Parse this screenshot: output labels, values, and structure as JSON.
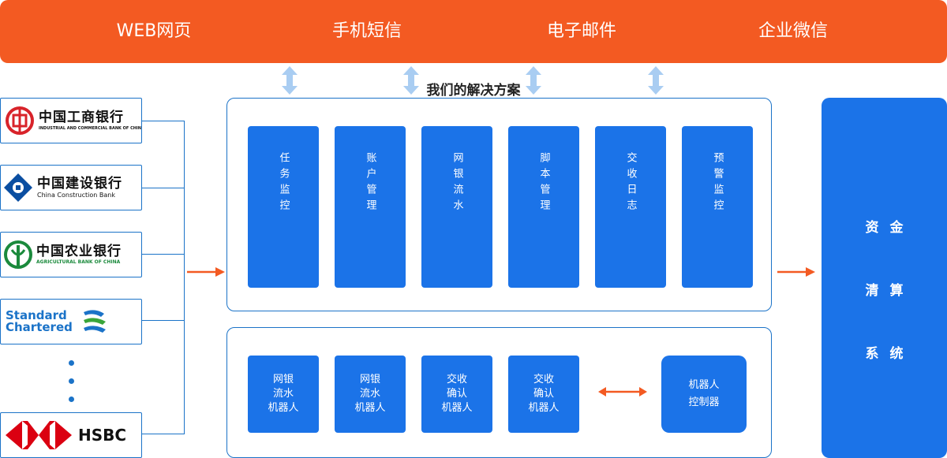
{
  "channels": [
    {
      "label": "WEB网页"
    },
    {
      "label": "手机短信"
    },
    {
      "label": "电子邮件"
    },
    {
      "label": "企业微信"
    }
  ],
  "solution_title": "我们的解决方案",
  "banks": [
    {
      "name_cn": "中国工商银行",
      "name_en": "INDUSTRIAL AND COMMERCIAL BANK OF CHINA"
    },
    {
      "name_cn": "中国建设银行",
      "name_en": "China Construction Bank"
    },
    {
      "name_cn": "中国农业银行",
      "name_en": "AGRICULTURAL BANK OF CHINA"
    },
    {
      "name_line1": "Standard",
      "name_line2": "Chartered"
    },
    {
      "name": "HSBC"
    }
  ],
  "modules": [
    "任务监控",
    "账户管理",
    "网银流水",
    "脚本管理",
    "交收日志",
    "预警监控"
  ],
  "robots": [
    "网银\n流水\n机器人",
    "网银\n流水\n机器人",
    "交收\n确认\n机器人",
    "交收\n确认\n机器人"
  ],
  "controller": "机器人\n控制器",
  "settlement": {
    "line1": "资金",
    "line2": "清算",
    "line3": "系统"
  },
  "colors": {
    "orange": "#f35a22",
    "blue": "#1b73e8",
    "border_blue": "#1b73c8",
    "light_blue": "#a9cdf2"
  }
}
